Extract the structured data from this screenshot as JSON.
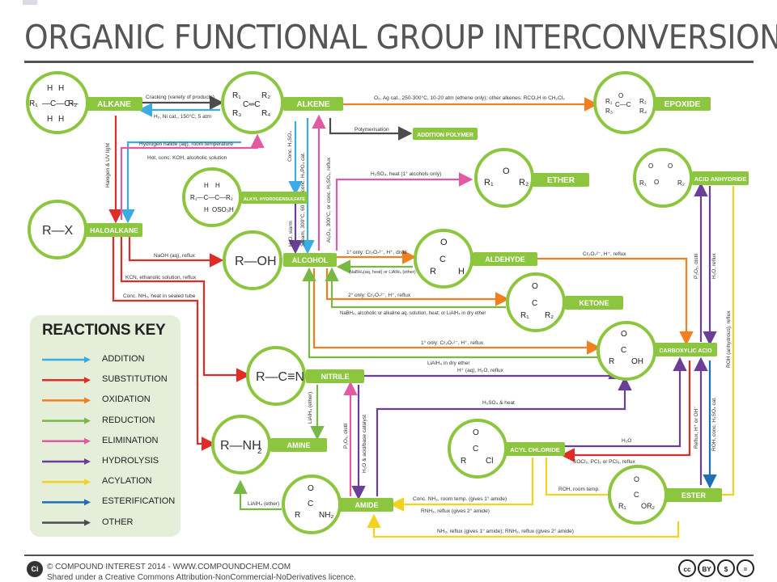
{
  "title": "ORGANIC FUNCTIONAL GROUP INTERCONVERSIONS",
  "footer": {
    "logo": "Ci",
    "line1": "© COMPOUND INTEREST 2014 - WWW.COMPOUNDCHEM.COM",
    "line2": "Shared under a Creative Commons Attribution-NonCommercial-NoDerivatives licence.",
    "badges": [
      "cc",
      "BY",
      "$",
      "="
    ]
  },
  "colors": {
    "node_green": "#8cc63f",
    "addition": "#3aabe3",
    "substitution": "#e02b26",
    "oxidation": "#f07f20",
    "reduction": "#78b844",
    "elimination": "#e15aa2",
    "hydrolysis": "#6b3f98",
    "acylation": "#f4d320",
    "esterification": "#1e6fb4",
    "other": "#4d4d4d"
  },
  "key": {
    "title": "REACTIONS KEY",
    "items": [
      {
        "label": "ADDITION",
        "color": "#3aabe3"
      },
      {
        "label": "SUBSTITUTION",
        "color": "#e02b26"
      },
      {
        "label": "OXIDATION",
        "color": "#f07f20"
      },
      {
        "label": "REDUCTION",
        "color": "#78b844"
      },
      {
        "label": "ELIMINATION",
        "color": "#e15aa2"
      },
      {
        "label": "HYDROLYSIS",
        "color": "#6b3f98"
      },
      {
        "label": "ACYLATION",
        "color": "#f4d320"
      },
      {
        "label": "ESTERIFICATION",
        "color": "#1e6fb4"
      },
      {
        "label": "OTHER",
        "color": "#4d4d4d"
      }
    ]
  },
  "groups": {
    "alkane": "ALKANE",
    "alkene": "ALKENE",
    "epoxide": "EPOXIDE",
    "addition_polymer": "ADDITION POLYMER",
    "alkyl_hydrogensulfate": "ALKYL HYDROGENSULFATE",
    "ether": "ETHER",
    "acid_anhydride": "ACID ANHYDRIDE",
    "haloalkane": "HALOALKANE",
    "alcohol": "ALCOHOL",
    "aldehyde": "ALDEHYDE",
    "ketone": "KETONE",
    "carboxylic_acid": "CARBOXYLIC ACID",
    "nitrile": "NITRILE",
    "amine": "AMINE",
    "acyl_chloride": "ACYL CHLORIDE",
    "amide": "AMIDE",
    "ester": "ESTER"
  },
  "structures": {
    "haloalkane": "R—X",
    "alcohol": "R—OH",
    "nitrile": "R—C≡N",
    "amine": "R—NH",
    "amine_sub": "2"
  },
  "conditions": {
    "cracking": "Cracking (variety of products)",
    "hydrogenation": "H₂, Ni cat., 150°C, 5 atm",
    "epoxidation": "O₂, Ag cat., 250-300°C, 10-20 atm (ethene only); other alkenes: RCO₃H in CH₂Cl₂",
    "polymerisation": "Polymerisation",
    "hydrohalogenation": "Hydrogen halide (aq), room temperature",
    "elimination_koh": "Hot, conc. KOH, alcoholic solution",
    "halogen_uv": "Halogen & UV light",
    "conc_h2so4": "Conc. H₂SO₄",
    "hydration": "Steam, 300°C, 60 atm, conc. H₃PO₄ cat.",
    "dehydration": "Al₂O₃, 300°C, or conc. H₂SO₄, reflux",
    "ether_formation": "H₂SO₄, heat (1° alcohols only)",
    "hydrogensulfate_hydrolysis": "H₂O, warm",
    "naoh_reflux": "NaOH (aq), reflux",
    "kcn": "KCN, ethanolic solution, reflux",
    "conc_nh3": "Conc. NH₃, heat in sealed tube",
    "to_aldehyde": "1° only: Cr₂O₇²⁻, H⁺, distil",
    "aldehyde_reduction": "NaBH₄(aq, heat) or LiAlH₄ (ether)",
    "to_ketone": "2° only: Cr₂O₇²⁻, H⁺, reflux",
    "ketone_reduction": "NaBH₄, alcoholic or alkaline aq. solution, heat; or LiAlH₄ in dry ether",
    "aldehyde_oxidation": "Cr₂O₇²⁻, H⁺, reflux",
    "to_acid": "1° only: Cr₂O₇²⁻, H⁺, reflux",
    "acid_reduction": "LiAlH₄ in dry ether",
    "nitrile_hydrolysis": "H⁺ (aq), H₂O, reflux",
    "nitrile_reduction": "LiAlH₄ (ether)",
    "amide_dehydration": "P₂O₅, distil",
    "amide_hydrolysis": "H₂O & acid/base catalyst",
    "amide_h2so4": "H₂SO₄ & heat",
    "acid_to_anhydride": "P₂O₅, distil",
    "anhydride_hydrolysis": "H₂O, reflux",
    "anhydride_esterification": "ROH (anhydrous), reflux",
    "acyl_hydrolysis": "H₂O",
    "acid_to_acyl": "SOCl₂, PCl₃ or PCl₅, reflux",
    "ester_hydrolysis": "Reflux, H⁺ or OH⁻",
    "esterification": "ROH, conc. H₂SO₄ cat.",
    "acyl_to_amide": "Conc. NH₃, room temp. (gives 1° amide)",
    "acyl_to_amide2": "RNH₂, reflux (gives 2° amide)",
    "acyl_to_ester": "ROH, room temp.",
    "amide_reduction": "LiAlH₄ (ether)",
    "ester_to_amide": "NH₃, reflux (gives 1° amide); RNH₂, reflux (gives 2° amide)"
  }
}
